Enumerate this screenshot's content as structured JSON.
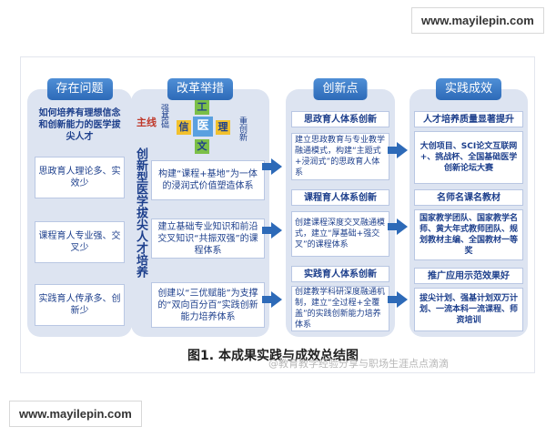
{
  "watermark": "www.mayilepin.com",
  "columns": {
    "problems": {
      "title": "存在问题",
      "intro": "如何培养有理想信念和创新能力的医学拔尖人才",
      "items": [
        "思政育人理论多、实效少",
        "课程育人专业强、交叉少",
        "实践育人传承多、创新少"
      ]
    },
    "reform": {
      "title": "改革举措",
      "mainline": "主线",
      "model": "创新型医学拔尖人才培养",
      "tags": {
        "top": "工",
        "center": "医",
        "left": "信",
        "right": "理",
        "bottom": "文",
        "left_side": "强基础",
        "right_side": "重创新"
      },
      "items": [
        "构建“课程+基地”为一体的浸润式价值塑造体系",
        "建立基础专业知识和前沿交叉知识“共振双强”的课程体系",
        "创建以“三优赋能”为支撑的“双向百分百”实践创新能力培养体系"
      ]
    },
    "innovation": {
      "title": "创新点",
      "items": [
        {
          "head": "思政育人体系创新",
          "body": "建立思政教育与专业教学融通模式，构建“主题式+浸润式”的思政育人体系"
        },
        {
          "head": "课程育人体系创新",
          "body": "创建课程深度交叉融通模式，建立“厚基础+强交叉”的课程体系"
        },
        {
          "head": "实践育人体系创新",
          "body": "创建教学科研深度融通机制，建立“全过程+全覆盖”的实践创新能力培养体系"
        }
      ]
    },
    "results": {
      "title": "实践成效",
      "items": [
        {
          "head": "人才培养质量显著提升",
          "body": "大创项目、SCI论文互联网+、挑战杯、全国基础医学创新论坛大赛"
        },
        {
          "head": "名师名课名教材",
          "body": "国家教学团队、国家教学名师、黄大年式教师团队、规划教材主编、全国教材一等奖"
        },
        {
          "head": "推广应用示范效果好",
          "body": "拔尖计划、强基计划双万计划、一流本科一流课程、师资培训"
        }
      ]
    }
  },
  "caption": "图1. 本成果实践与成效总结图",
  "credit": "@教育教学经验分享与职场生涯点点滴滴",
  "colors": {
    "accent": "#2d6ab8",
    "panel": "#dde4f1",
    "text": "#1d3f8c",
    "mainline": "#c0392b",
    "tag_yellow": "#f2c12e",
    "tag_green": "#7bbf48",
    "tag_blue": "#5aa0e0"
  }
}
